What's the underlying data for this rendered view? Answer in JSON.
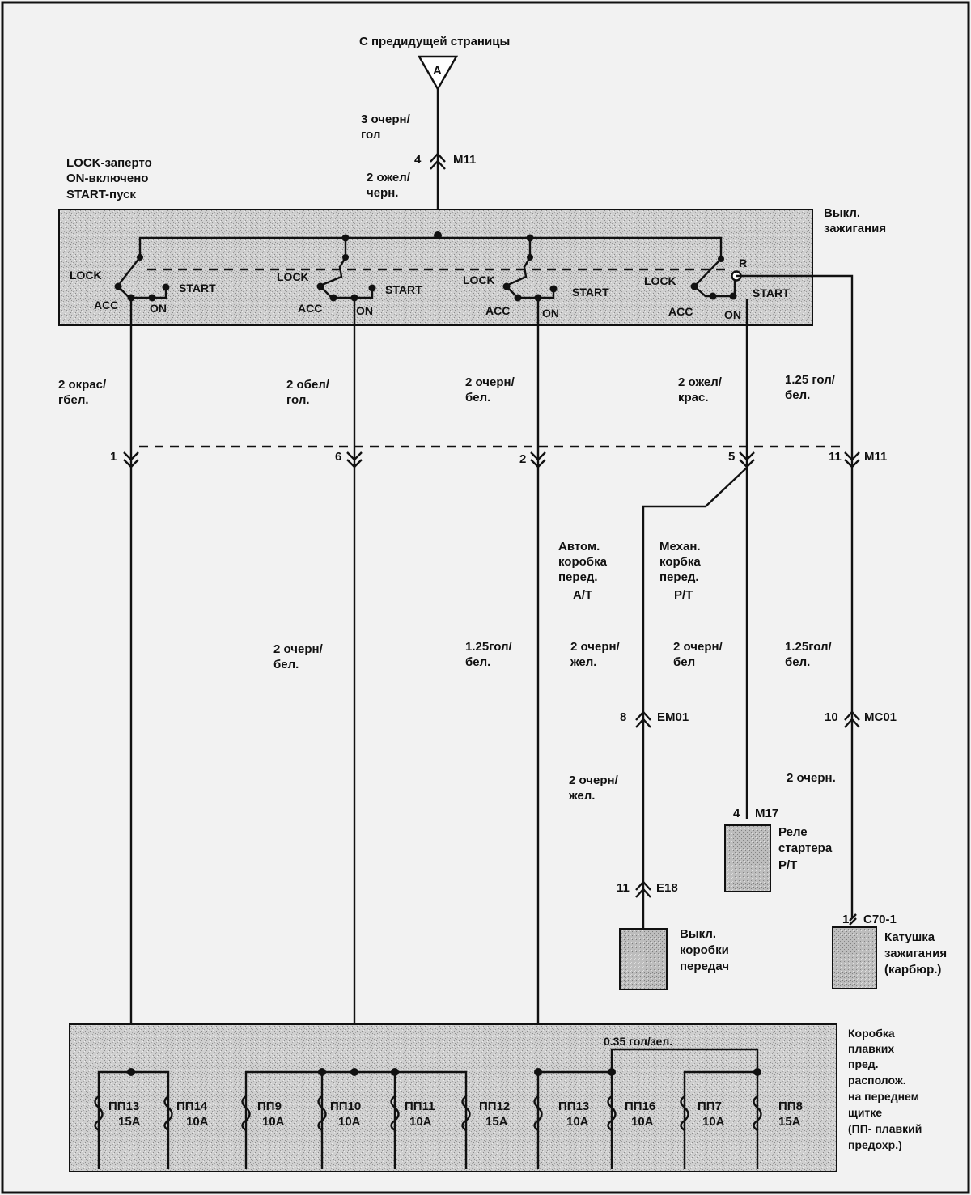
{
  "top": {
    "from_prev_page": "С предидущей страницы",
    "connector_letter": "A",
    "wire_top": [
      "3 очерн/",
      "гол"
    ],
    "pin_top": "4",
    "conn_top": "M11",
    "wire_below": [
      "2 ожел/",
      "черн."
    ]
  },
  "legend": [
    "LOCK-заперто",
    "ON-включено",
    "START-пуск"
  ],
  "ignition_switch": {
    "label": [
      "Выкл.",
      "зажигания"
    ],
    "lock": "LOCK",
    "acc": "ACC",
    "on": "ON",
    "start": "START",
    "r": "R"
  },
  "upper_wires": [
    [
      "2 окрас/",
      "гбел."
    ],
    [
      "2 обел/",
      "гол."
    ],
    [
      "2 очерн/",
      "бел."
    ],
    [
      "2 ожел/",
      "крас."
    ],
    [
      "1.25 гол/",
      "бел."
    ]
  ],
  "m11_pins": [
    "1",
    "6",
    "2",
    "5",
    "11"
  ],
  "m11_conn": "M11",
  "transmission": {
    "auto": [
      "Автом.",
      "коробка",
      "перед.",
      "A/T"
    ],
    "manual": [
      "Механ.",
      "корбка",
      "перед.",
      "P/T"
    ]
  },
  "lower_wires": [
    [
      "2 очерн/",
      "бел."
    ],
    [
      "1.25гол/",
      "бел."
    ],
    [
      "2 очерн/",
      "жел."
    ],
    [
      "2 очерн/",
      "бел"
    ],
    [
      "1.25гол/",
      "бел."
    ]
  ],
  "em01": {
    "pin": "8",
    "conn": "EM01",
    "wire": [
      "2 очерн/",
      "жел."
    ]
  },
  "mc01": {
    "pin": "10",
    "conn": "MC01",
    "wire": [
      "2 очерн."
    ]
  },
  "m17": {
    "pin": "4",
    "conn": "M17",
    "label": [
      "Реле",
      "стартера",
      "P/T"
    ]
  },
  "e18": {
    "pin": "11",
    "conn": "E18",
    "label": [
      "Выкл.",
      "коробки",
      "передач"
    ]
  },
  "c70": {
    "pin": "1",
    "conn": "C70-1",
    "label": [
      "Катушка",
      "зажигания",
      "(карбюр.)"
    ]
  },
  "fuse_box": {
    "label": [
      "Коробка",
      "плавких",
      "пред.",
      "располож.",
      "на переднем",
      "щитке",
      "(ПП- плавкий",
      "предохр.)"
    ],
    "bus_wire": "0.35 гол/зел.",
    "fuses": [
      {
        "name": "ПП13",
        "rating": "15A"
      },
      {
        "name": "ПП14",
        "rating": "10A"
      },
      {
        "name": "ПП9",
        "rating": "10A"
      },
      {
        "name": "ПП10",
        "rating": "10A"
      },
      {
        "name": "ПП11",
        "rating": "10A"
      },
      {
        "name": "ПП12",
        "rating": "15A"
      },
      {
        "name": "ПП13",
        "rating": "10A"
      },
      {
        "name": "ПП16",
        "rating": "10A"
      },
      {
        "name": "ПП7",
        "rating": "10A"
      },
      {
        "name": "ПП8",
        "rating": "15A"
      }
    ]
  }
}
